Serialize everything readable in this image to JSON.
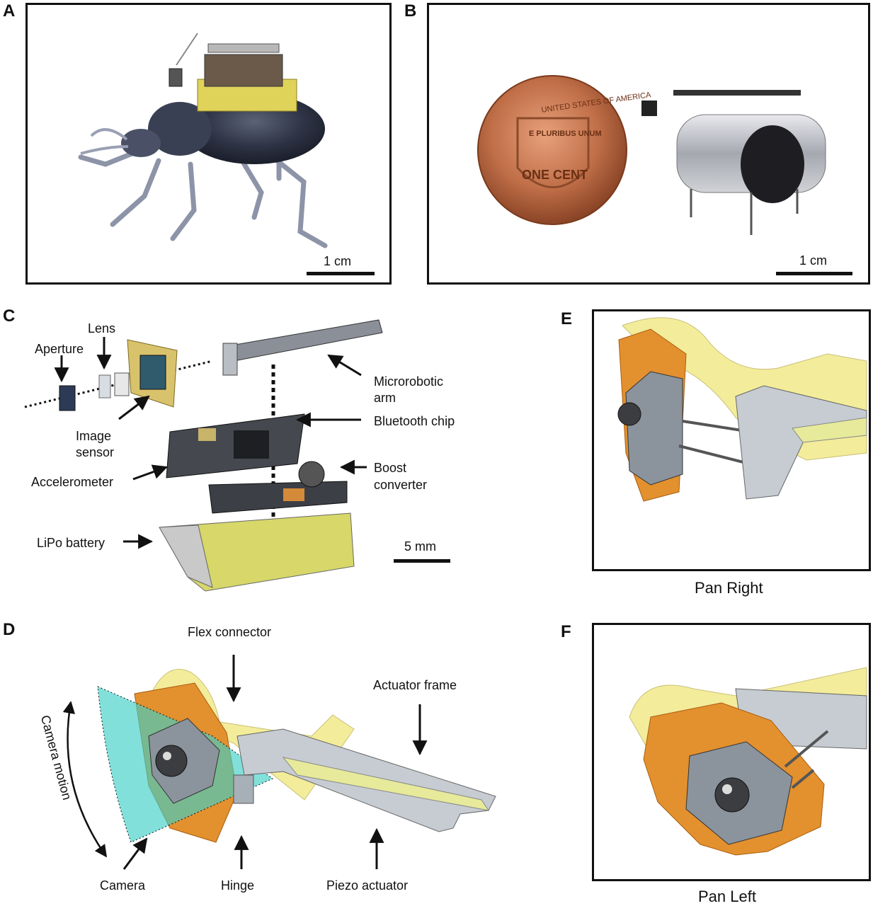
{
  "panels": {
    "A": {
      "label": "A",
      "scale": "1 cm"
    },
    "B": {
      "label": "B",
      "scale": "1 cm",
      "coin_text": [
        "UNITED STATES OF AMERICA",
        "E PLURIBUS UNUM",
        "ONE CENT"
      ]
    },
    "C": {
      "label": "C",
      "scale": "5 mm",
      "annotations": {
        "aperture": "Aperture",
        "lens": "Lens",
        "image_sensor_1": "Image",
        "image_sensor_2": "sensor",
        "microrobotic_arm_1": "Microrobotic",
        "microrobotic_arm_2": "arm",
        "bluetooth_chip": "Bluetooth chip",
        "accelerometer": "Accelerometer",
        "boost_converter_1": "Boost",
        "boost_converter_2": "converter",
        "lipo_battery": "LiPo battery"
      }
    },
    "D": {
      "label": "D",
      "annotations": {
        "flex_connector": "Flex connector",
        "actuator_frame": "Actuator frame",
        "camera_motion": "Camera motion",
        "camera": "Camera",
        "hinge": "Hinge",
        "piezo_actuator": "Piezo actuator"
      }
    },
    "E": {
      "label": "E",
      "caption": "Pan Right"
    },
    "F": {
      "label": "F",
      "caption": "Pan Left"
    }
  },
  "colors": {
    "flex_yellow": "#f3ec9a",
    "flex_orange": "#e3902e",
    "cyan_fov": "#3fd0c8",
    "metal_gray": "#b9c1c8",
    "frame_black": "#111111"
  }
}
